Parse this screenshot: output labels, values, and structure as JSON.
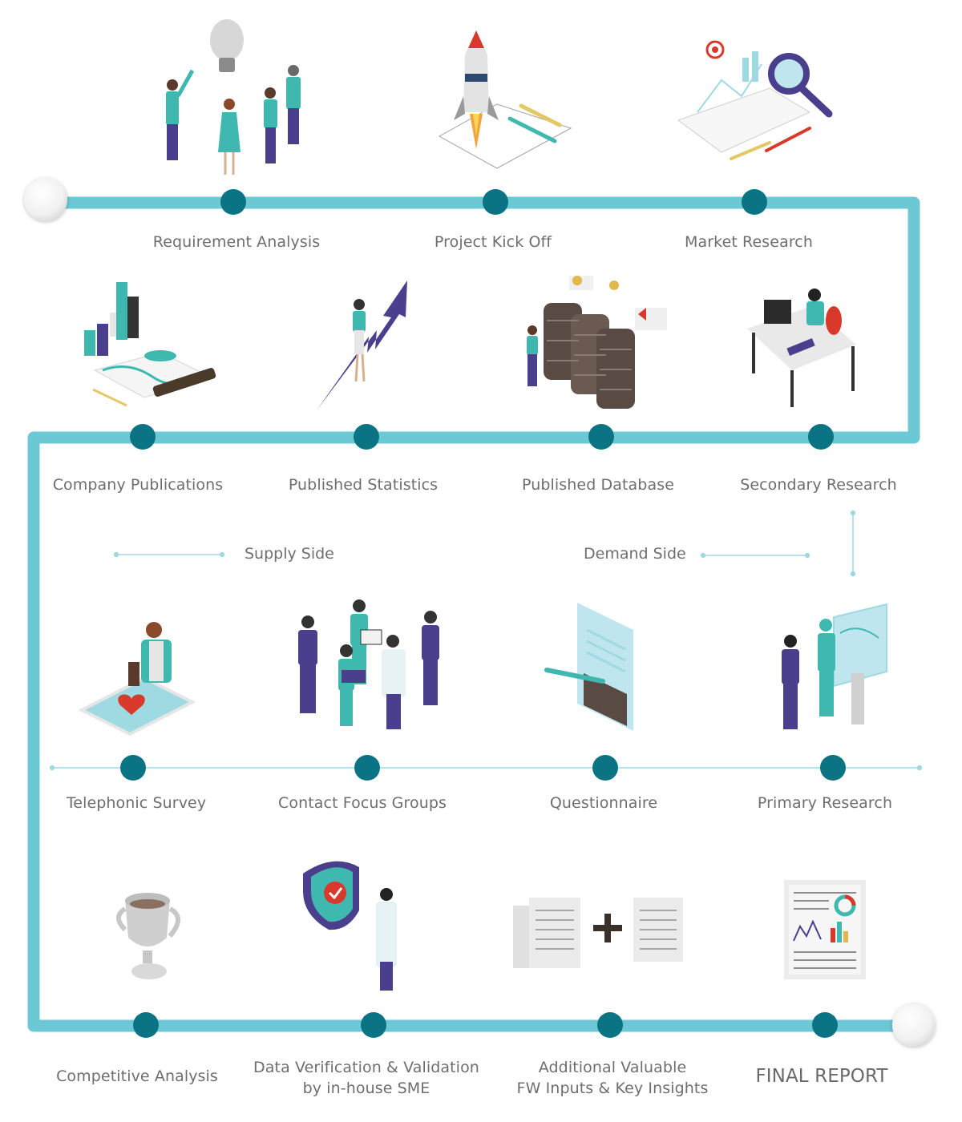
{
  "steps": {
    "requirement_analysis": "Requirement Analysis",
    "project_kick_off": "Project Kick Off",
    "market_research": "Market Research",
    "company_publications": "Company Publications",
    "published_statistics": "Published Statistics",
    "published_database": "Published Database",
    "secondary_research": "Secondary Research",
    "telephonic_survey": "Telephonic Survey",
    "contact_focus_groups": "Contact Focus Groups",
    "questionnaire": "Questionnaire",
    "primary_research": "Primary Research",
    "competitive_analysis": "Competitive Analysis",
    "data_verification_line1": "Data Verification & Validation",
    "data_verification_line2": "by in-house SME",
    "additional_inputs_line1": "Additional Valuable",
    "additional_inputs_line2": "FW Inputs & Key Insights",
    "final_report": "FINAL REPORT"
  },
  "sides": {
    "supply": "Supply Side",
    "demand": "Demand Side"
  },
  "colors": {
    "track": "#6cc8d4",
    "node": "#0a7384",
    "thin_line": "#9fd9e2",
    "label": "#6e6e6e",
    "teal": "#3fb8b0",
    "purple": "#4a3f8c"
  }
}
